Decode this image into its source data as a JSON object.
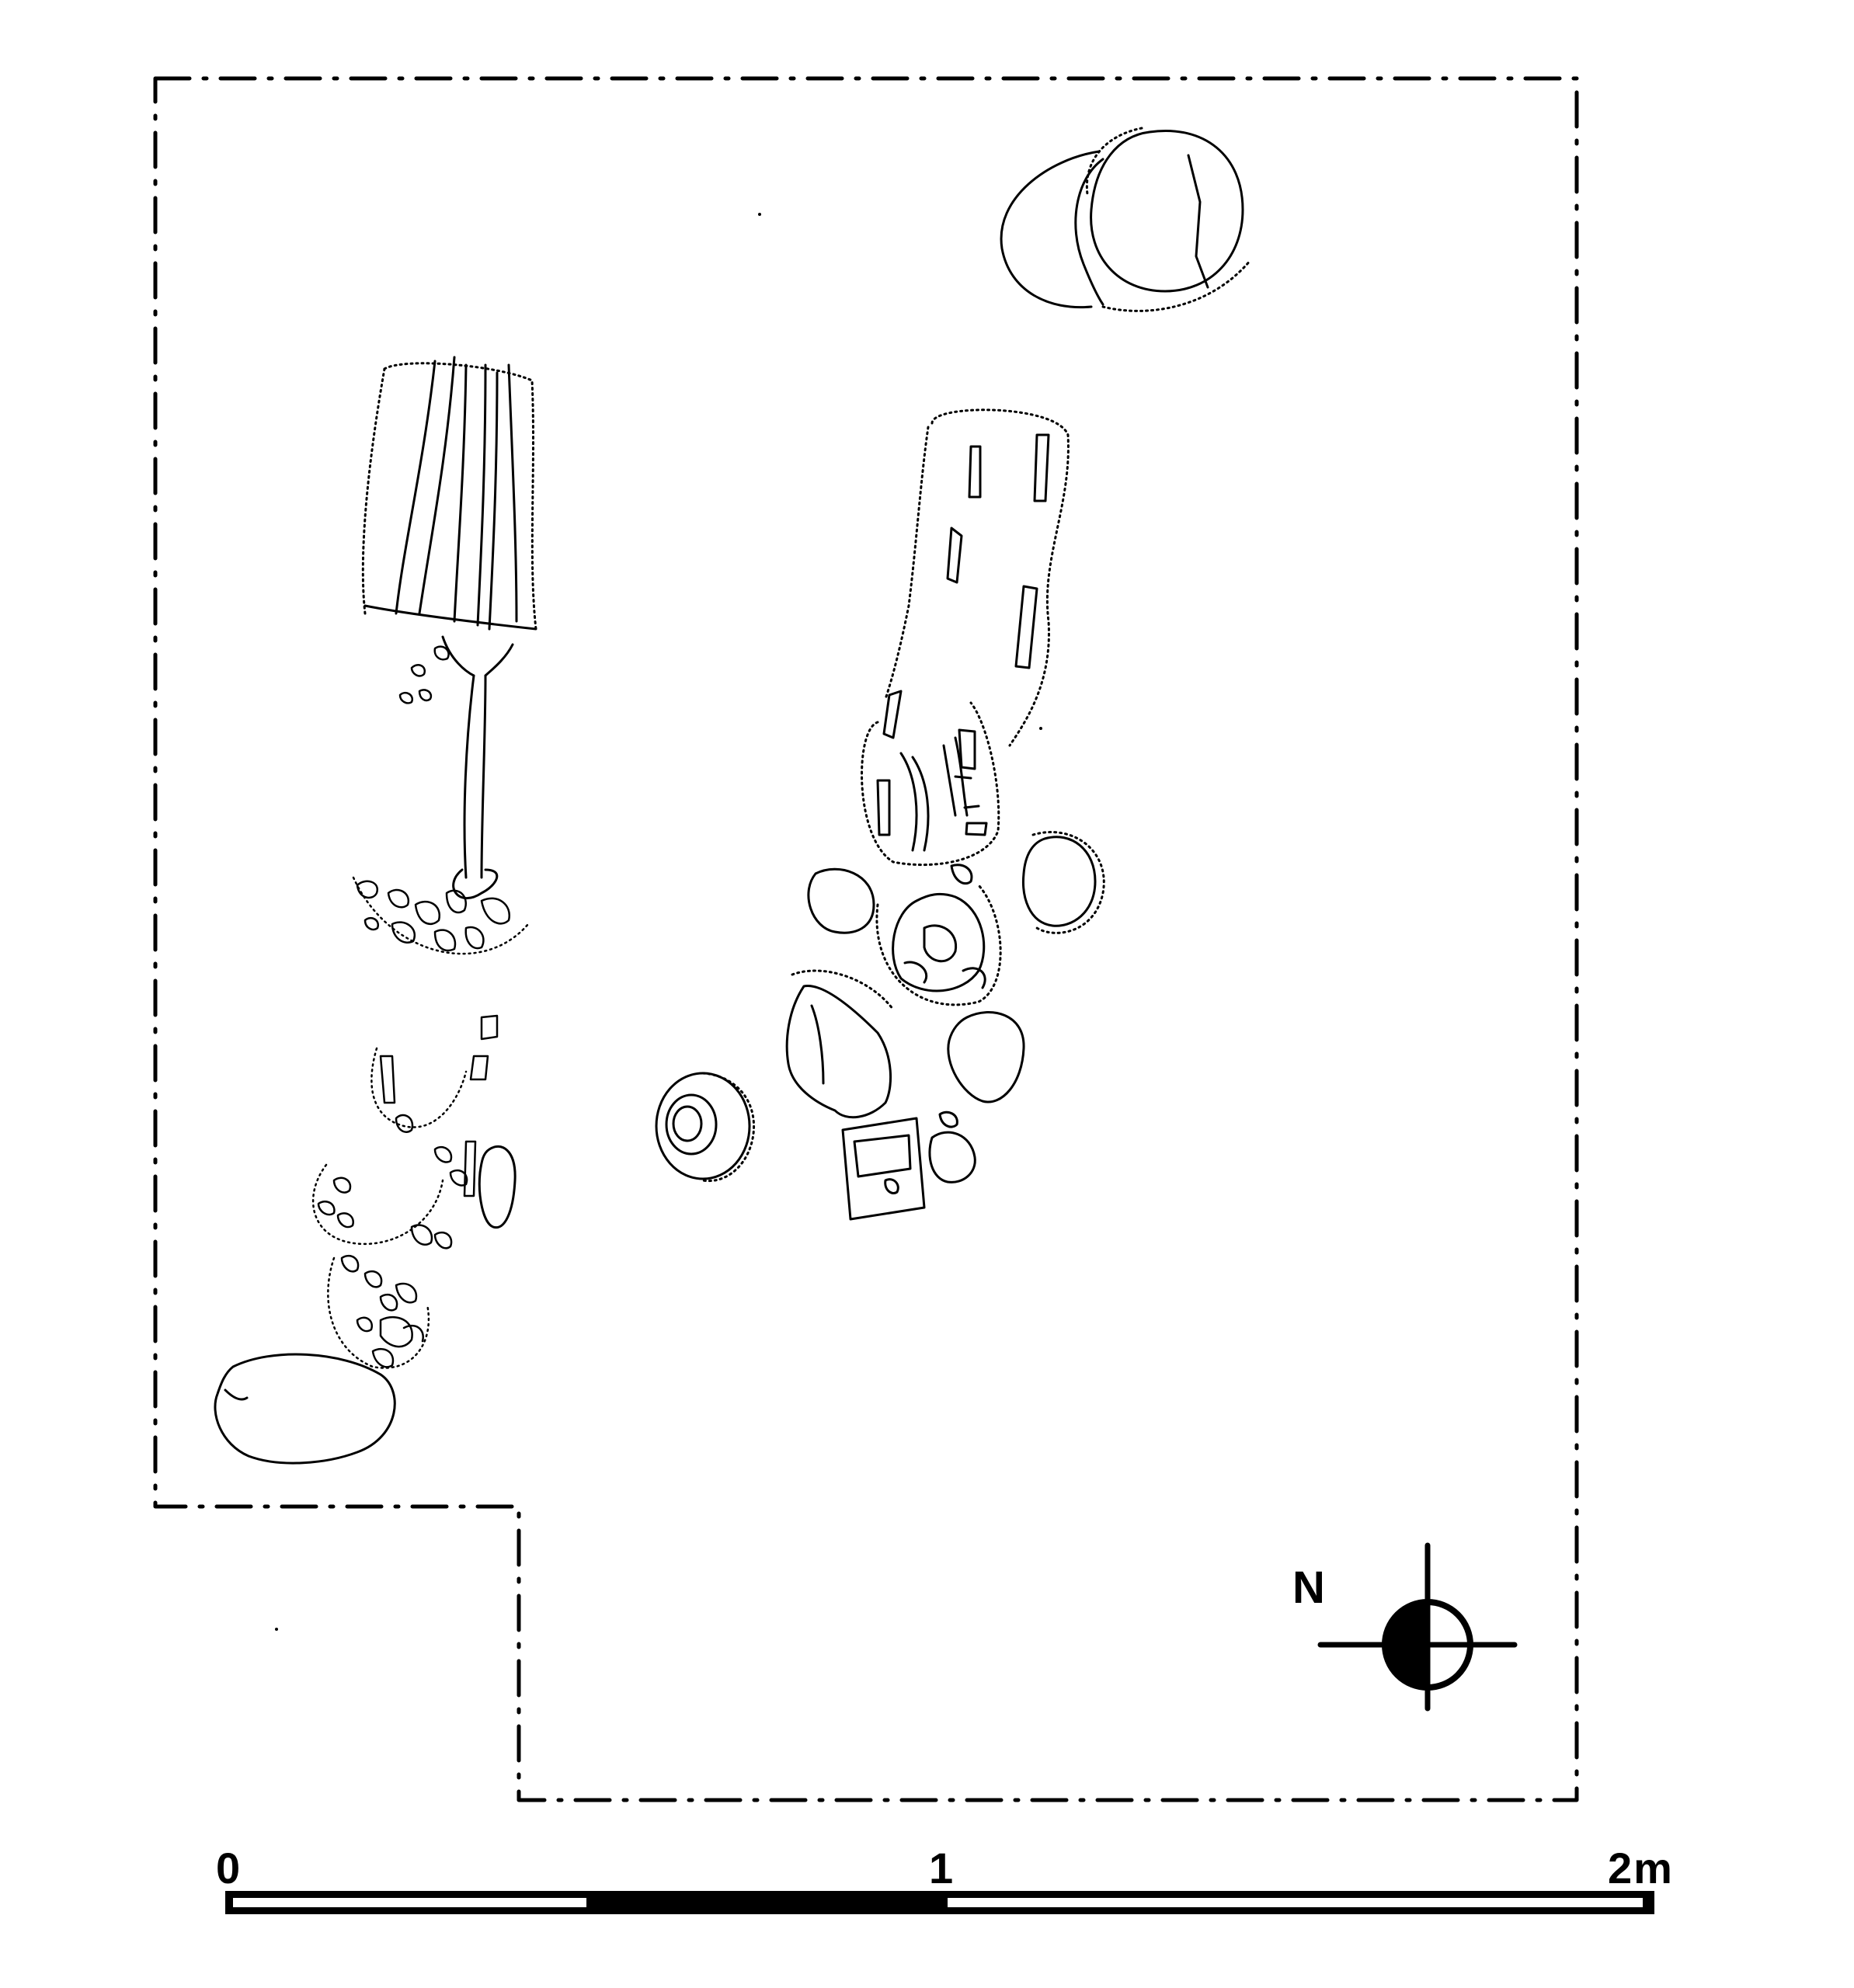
{
  "north_arrow": {
    "label": "N",
    "icon": "north-arrow-icon"
  },
  "scale_bar": {
    "ticks": [
      "0",
      "1",
      "2m"
    ],
    "segments": [
      {
        "from": 0,
        "to": 0.5,
        "fill": "white"
      },
      {
        "from": 0.5,
        "to": 1,
        "fill": "black"
      },
      {
        "from": 1,
        "to": 2,
        "fill": "white"
      }
    ]
  },
  "colors": {
    "ink": "#000000",
    "paper": "#ffffff"
  }
}
